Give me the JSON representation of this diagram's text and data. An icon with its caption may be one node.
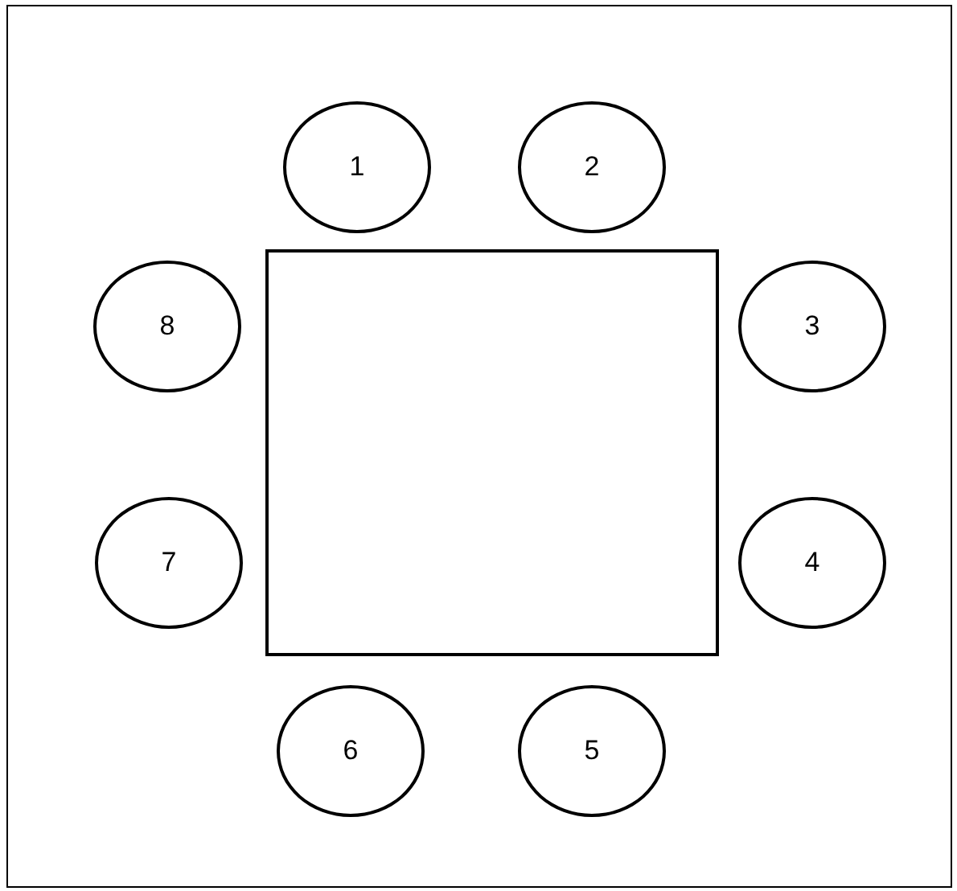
{
  "diagram": {
    "nodes": [
      {
        "text": [
          "1"
        ]
      },
      {
        "text": [
          "2"
        ]
      },
      {
        "text": [
          "8"
        ]
      },
      {
        "text": [],
        "shape": "box"
      },
      {
        "text": [
          "3"
        ]
      },
      {
        "text": [
          "7"
        ]
      },
      {
        "text": [
          "4"
        ]
      },
      {
        "text": [
          "6"
        ]
      },
      {
        "text": [
          "5"
        ]
      }
    ]
  }
}
